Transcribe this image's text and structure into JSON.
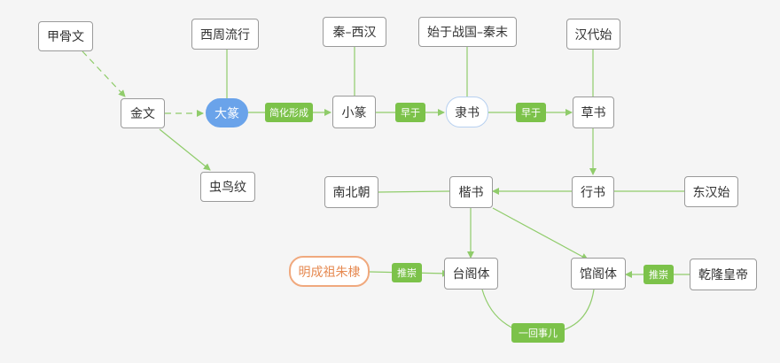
{
  "colors": {
    "edge": "#90cc6b",
    "tag_bg": "#7cc24a",
    "node_border": "#9a9a9a",
    "highlight_blue": "#6aa3ea",
    "highlight_orange": "#f0a97e"
  },
  "nodes": {
    "jiaguwen": "甲骨文",
    "jinwen": "金文",
    "chongniaowen": "虫鸟纹",
    "xizhou": "西周流行",
    "dazhuan": "大篆",
    "qinxihan": "秦–西汉",
    "xiaozhuan": "小篆",
    "shiyu": "始于战国–秦末",
    "lishu": "隶书",
    "handaishi": "汉代始",
    "caoshu": "草书",
    "nanbeichao": "南北朝",
    "kaishu": "楷书",
    "xingshu": "行书",
    "donghanshi": "东汉始",
    "mingchengzu": "明成祖朱棣",
    "taigeti": "台阁体",
    "guangeti": "馆阁体",
    "qianlong": "乾隆皇帝"
  },
  "edge_labels": {
    "jianhua": "简化形成",
    "zaoyu_1": "早于",
    "zaoyu_2": "早于",
    "tuichong_1": "推崇",
    "tuichong_2": "推崇",
    "yihuishi": "一回事儿"
  }
}
